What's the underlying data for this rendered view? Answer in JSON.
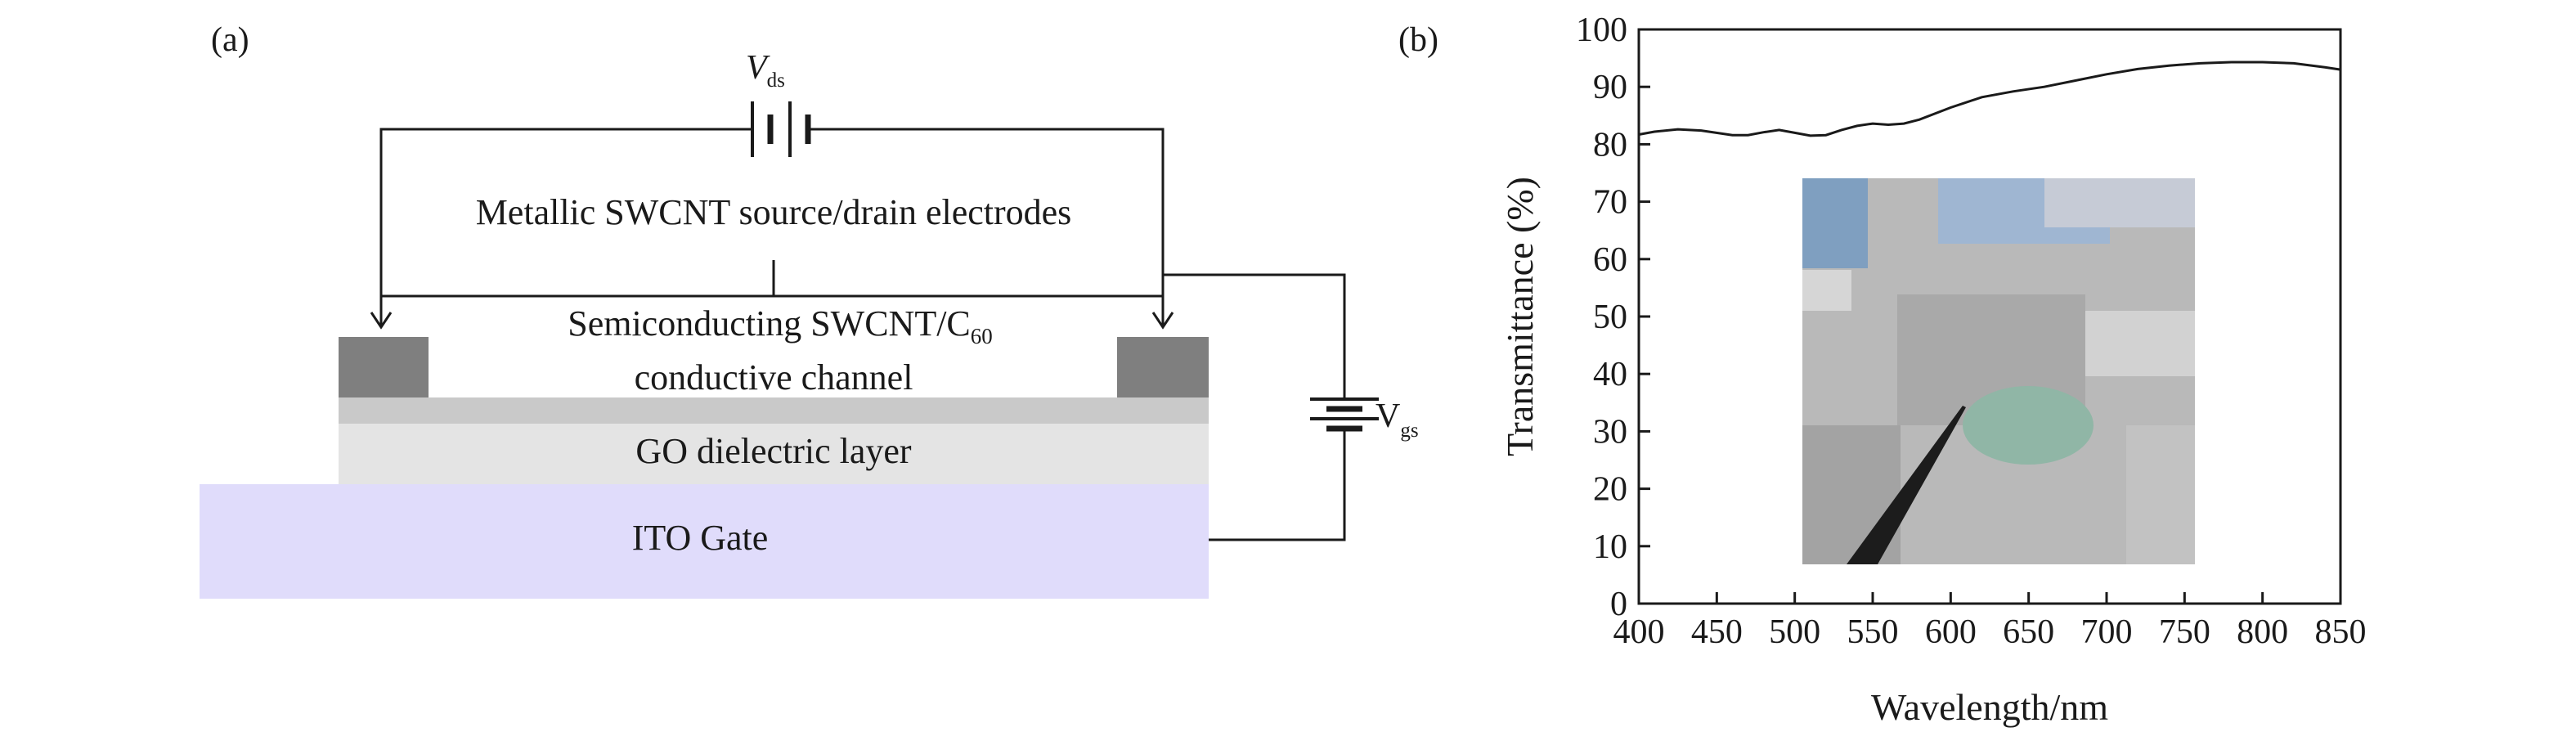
{
  "panel_a": {
    "label": "(a)",
    "vds_label": "V",
    "vds_sub": "ds",
    "vgs_label": "V",
    "vgs_sub": "gs",
    "electrodes_label": "Metallic SWCNT source/drain electrodes",
    "channel_label_line1": "Semiconducting SWCNT/C",
    "channel_label_sub": "60",
    "channel_label_line2": "conductive channel",
    "dielectric_label": "GO dielectric layer",
    "gate_label": "ITO Gate",
    "colors": {
      "electrode": "#7f7f7f",
      "channel": "#c9c9c9",
      "dielectric": "#e4e4e4",
      "gate": "#e0dcfb"
    }
  },
  "panel_b": {
    "label": "(b)",
    "inset_image": "photo-of-transparent-device-with-probe"
  },
  "chart_data": {
    "type": "line",
    "xlabel": "Wavelength/nm",
    "ylabel": "Transmittance (%)",
    "xlim": [
      400,
      850
    ],
    "ylim": [
      0,
      100
    ],
    "xticks": [
      400,
      450,
      500,
      550,
      600,
      650,
      700,
      750,
      800,
      850
    ],
    "yticks": [
      0,
      10,
      20,
      30,
      40,
      50,
      60,
      70,
      80,
      90,
      100
    ],
    "series": [
      {
        "x": [
          400,
          410,
          425,
          440,
          460,
          470,
          480,
          490,
          500,
          510,
          520,
          530,
          540,
          550,
          560,
          570,
          580,
          600,
          620,
          640,
          660,
          680,
          700,
          720,
          740,
          760,
          780,
          800,
          820,
          840,
          850
        ],
        "y": [
          81.7,
          82.2,
          82.6,
          82.4,
          81.6,
          81.6,
          82.1,
          82.5,
          82.0,
          81.5,
          81.6,
          82.5,
          83.2,
          83.6,
          83.4,
          83.6,
          84.3,
          86.4,
          88.2,
          89.2,
          90.0,
          91.1,
          92.2,
          93.1,
          93.7,
          94.1,
          94.3,
          94.3,
          94.1,
          93.4,
          93.0
        ]
      }
    ],
    "grid": false,
    "legend": "none"
  }
}
